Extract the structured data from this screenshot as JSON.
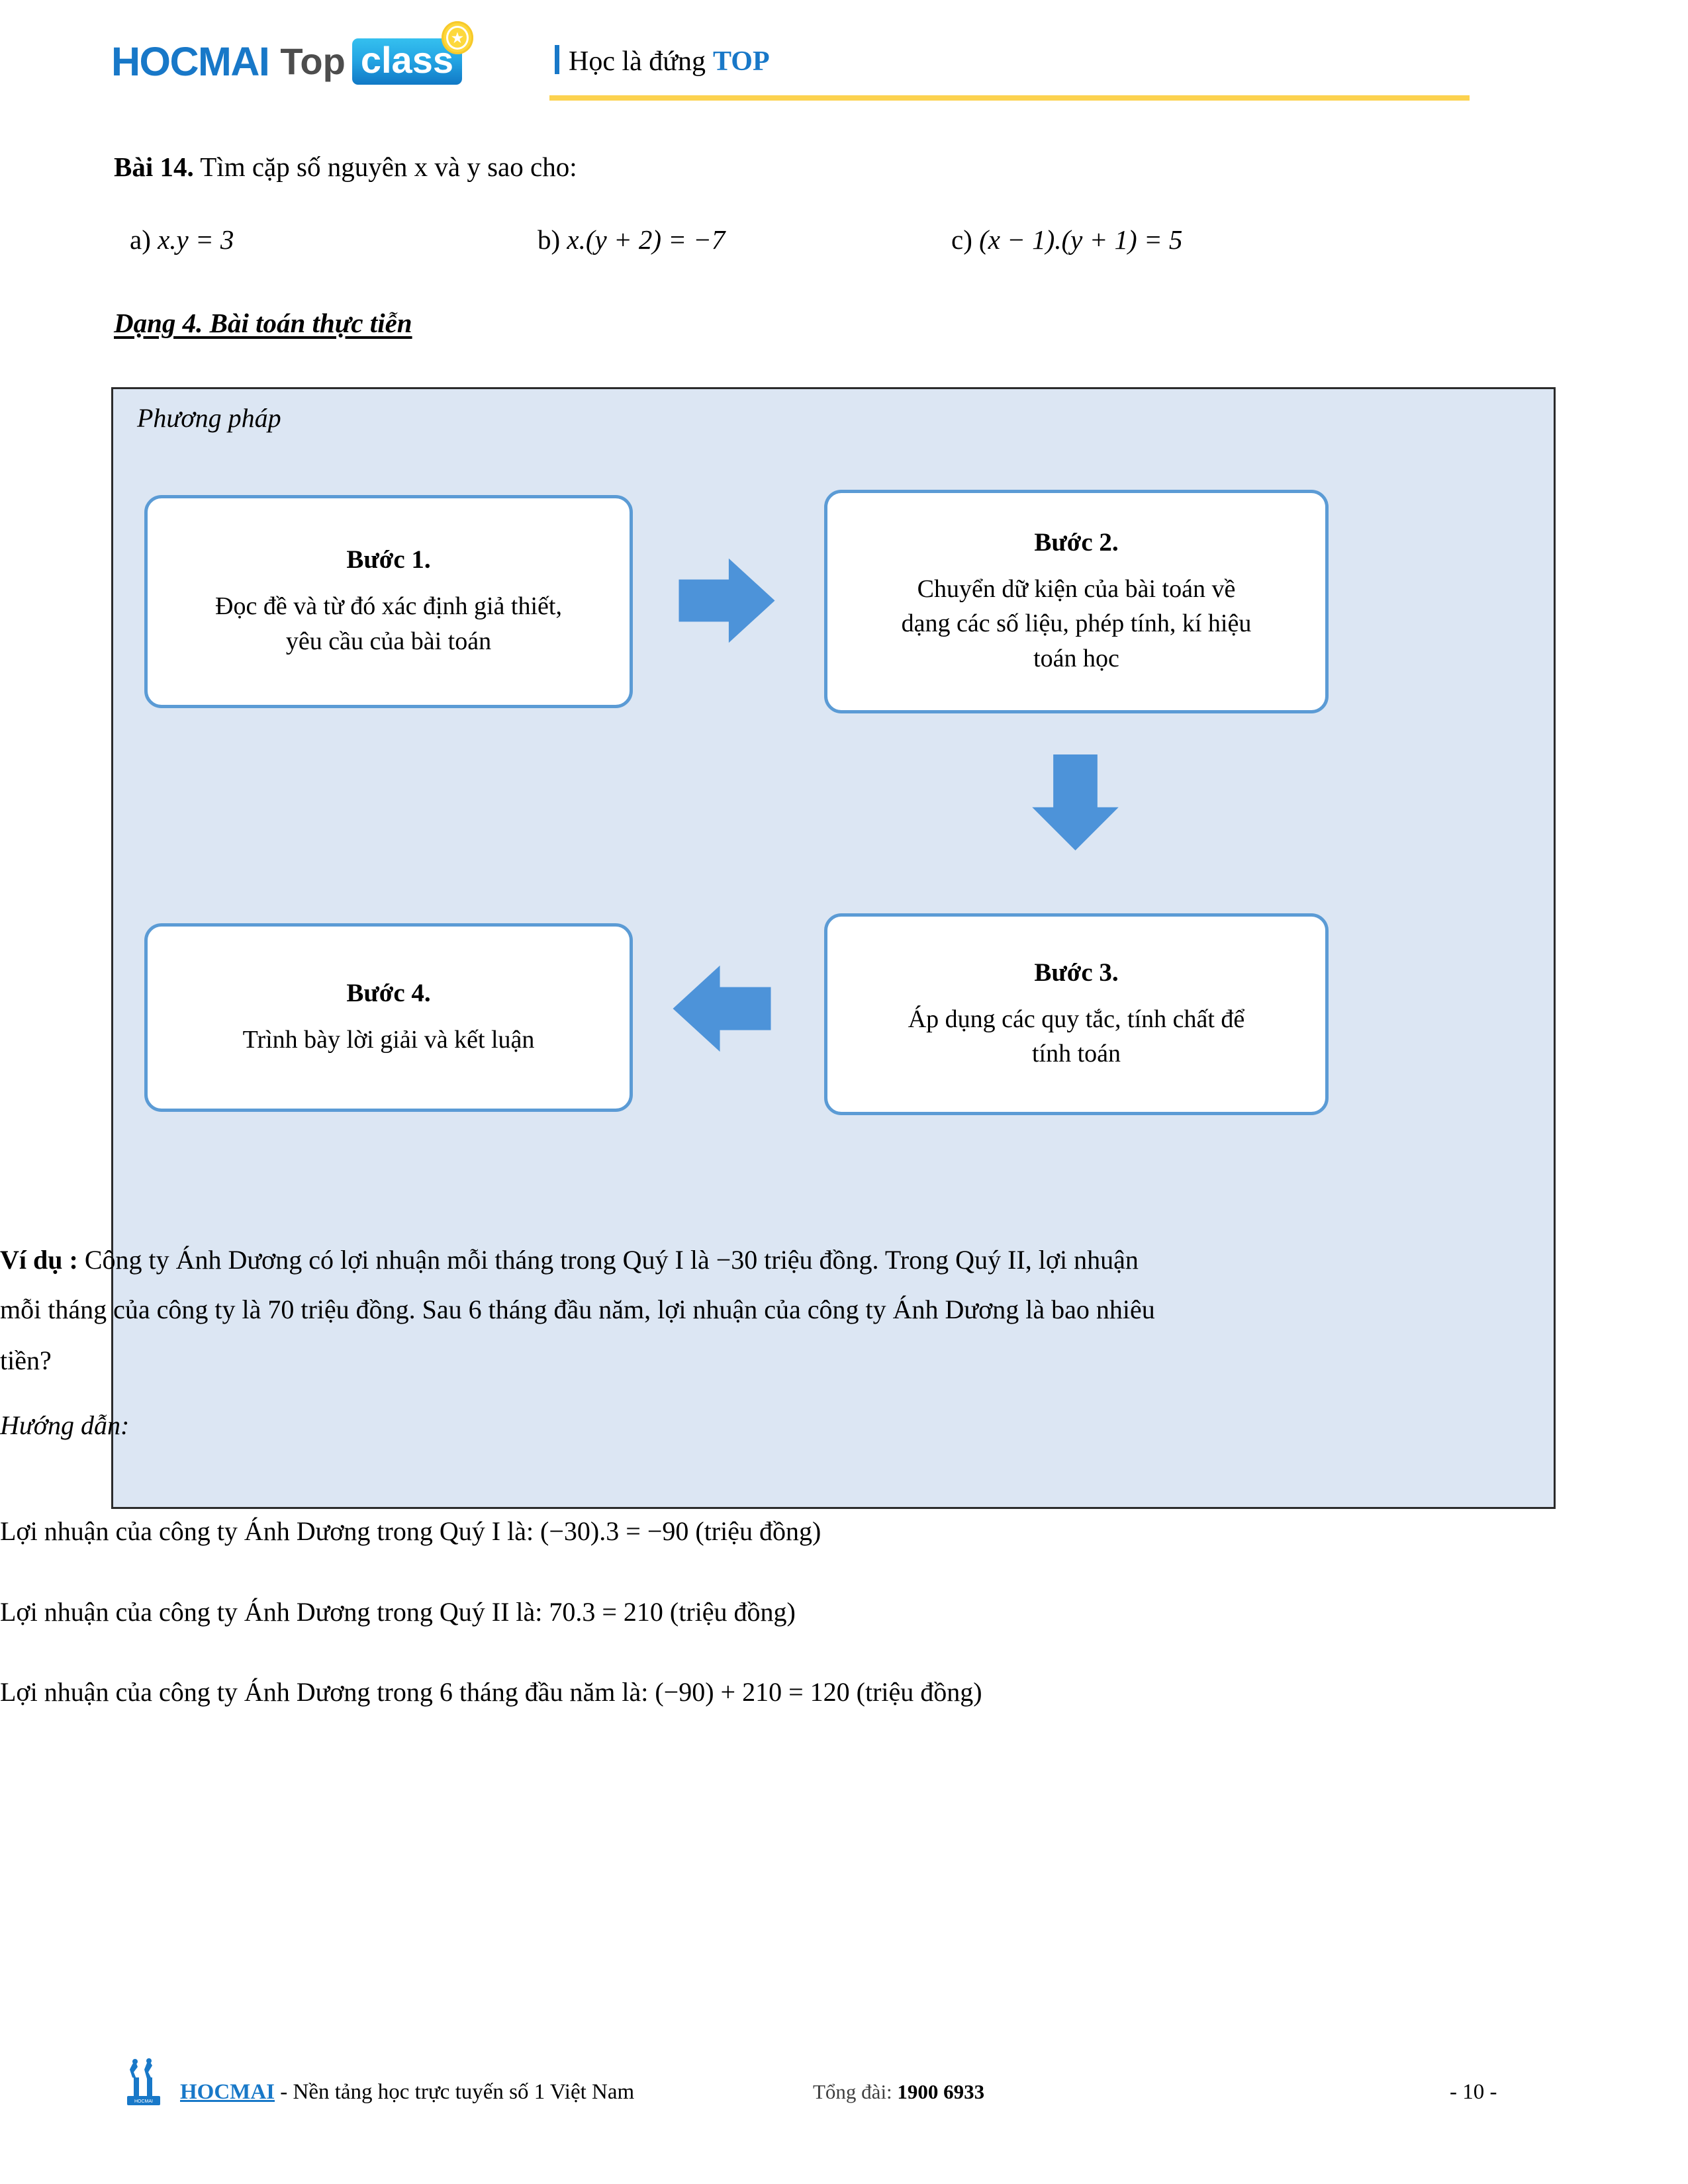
{
  "header": {
    "logo": {
      "part1": "HOCMAI",
      "part2": "Top",
      "part3": "class",
      "badge_glyph": "★"
    },
    "tagline_prefix": "Học là đứng",
    "tagline_accent": "TOP",
    "rule_color": "#fcd24f",
    "brand_color": "#1878c8"
  },
  "exercise": {
    "number_label": "Bài 14.",
    "prompt": "Tìm cặp số nguyên x và y sao cho:",
    "items": [
      {
        "label": "a)",
        "expr": "x.y = 3"
      },
      {
        "label": "b)",
        "expr": "x.(y + 2) = −7"
      },
      {
        "label": "c)",
        "expr": "(x − 1).(y + 1) = 5"
      }
    ]
  },
  "section": {
    "heading": "Dạng 4. Bài toán thực tiễn",
    "panel_title": "Phương pháp",
    "panel_bg": "#dce6f3",
    "box_border_color": "#5b9bd5",
    "arrow_color": "#4d93d9"
  },
  "flowchart": {
    "steps": [
      {
        "name": "Bước 1.",
        "desc_line1": "Đọc đề và từ đó xác định giả thiết,",
        "desc_line2": "yêu cầu của bài toán",
        "desc_line3": ""
      },
      {
        "name": "Bước 2.",
        "desc_line1": "Chuyển dữ kiện của bài toán về",
        "desc_line2": "dạng các số liệu, phép tính, kí hiệu",
        "desc_line3": "toán học"
      },
      {
        "name": "Bước 3.",
        "desc_line1": "Áp dụng các quy tắc, tính chất để",
        "desc_line2": "tính toán",
        "desc_line3": ""
      },
      {
        "name": "Bước 4.",
        "desc_line1": "Trình bày lời giải và kết luận",
        "desc_line2": "",
        "desc_line3": ""
      }
    ]
  },
  "example": {
    "label": "Ví dụ :",
    "line1_rest": "Công ty Ánh Dương có lợi nhuận mỗi tháng trong Quý I là  −30  triệu đồng. Trong Quý II, lợi nhuận",
    "line2": "mỗi tháng của công ty là 70 triệu đồng. Sau 6 tháng đầu năm, lợi nhuận của công ty Ánh Dương là bao nhiêu",
    "line3": "tiền?",
    "guide_label": "Hướng dẫn:",
    "solutions": [
      "Lợi nhuận của công ty Ánh Dương trong Quý I là:  (−30).3 = −90  (triệu đồng)",
      "Lợi nhuận của công ty Ánh Dương trong Quý II là:  70.3 = 210  (triệu đồng)",
      "Lợi nhuận của công ty Ánh Dương trong 6 tháng đầu năm là:  (−90) + 210 = 120  (triệu đồng)"
    ]
  },
  "footer": {
    "brand": "HOCMAI",
    "tagline": "- Nền tảng học trực tuyến số 1 Việt Nam",
    "hotline_label": "Tổng đài:",
    "hotline_number": "1900 6933",
    "page": "- 10 -"
  }
}
